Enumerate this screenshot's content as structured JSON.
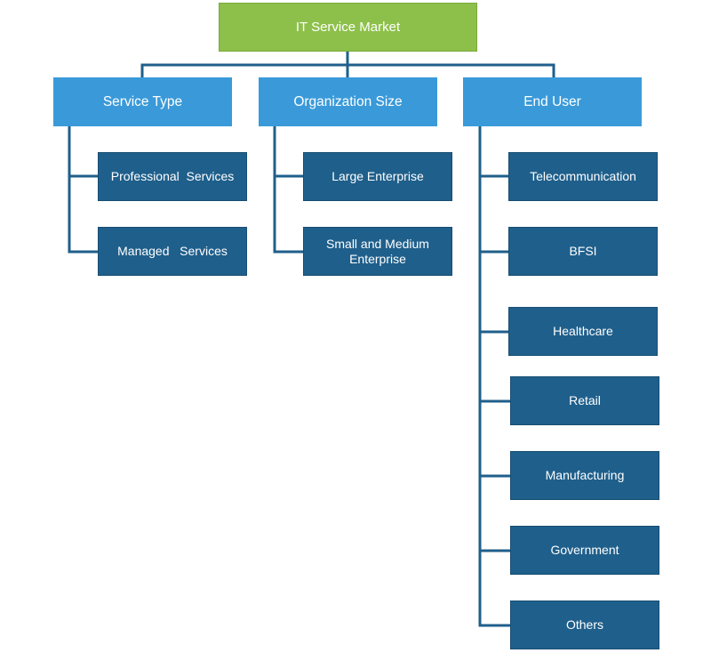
{
  "root": {
    "label": "IT Service Market"
  },
  "categories": [
    {
      "label": "Service Type",
      "children": [
        "Professional  Services",
        "Managed   Services"
      ]
    },
    {
      "label": "Organization Size",
      "children": [
        "Large Enterprise",
        "Small and Medium\nEnterprise"
      ]
    },
    {
      "label": "End User",
      "children": [
        "Telecommunication",
        "BFSI",
        "Healthcare",
        "Retail",
        "Manufacturing",
        "Government",
        "Others"
      ]
    }
  ],
  "colors": {
    "root_fill": "#8dc04a",
    "category_fill": "#3a9ad9",
    "leaf_fill": "#1f5f8b",
    "connector": "#1f5f8b"
  }
}
